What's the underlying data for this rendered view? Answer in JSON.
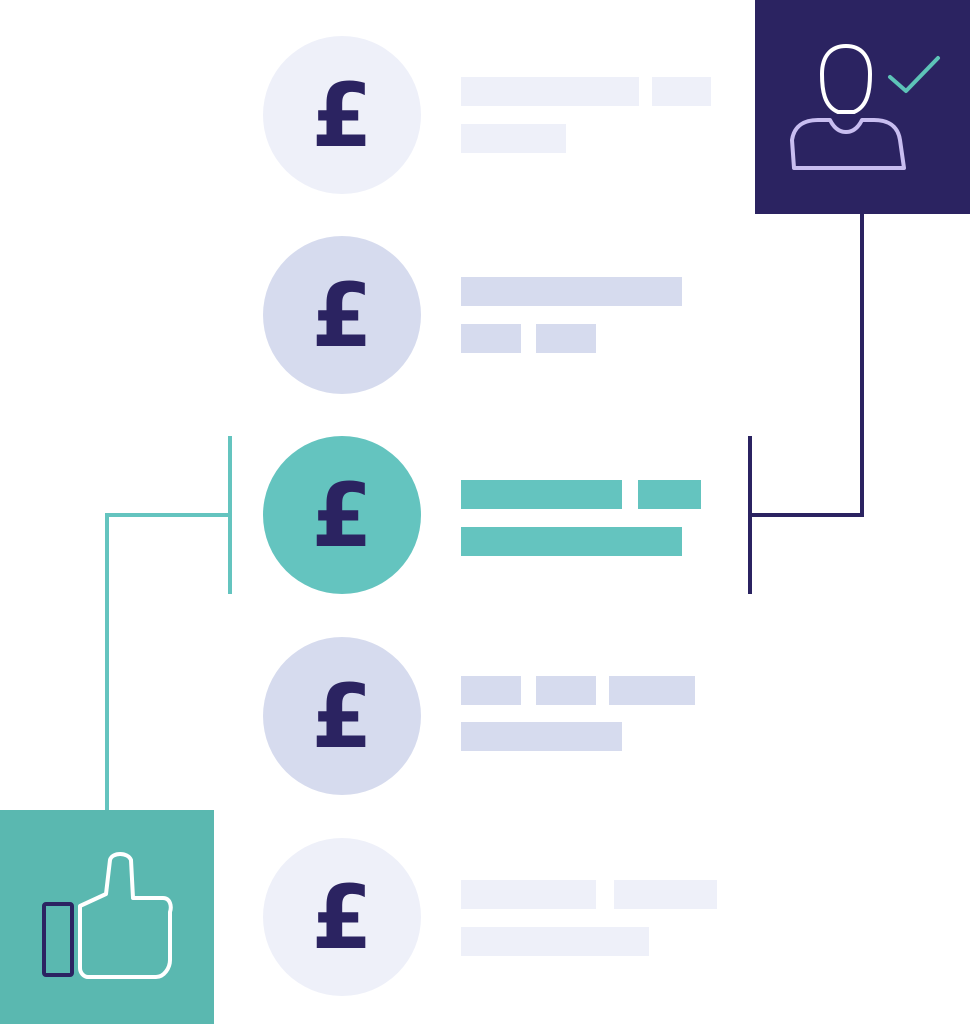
{
  "currency_symbol": "£",
  "colors": {
    "navy": "#2b2361",
    "teal": "#64c4bf",
    "teal_box": "#5ab8b0",
    "lavender": "#c8bdf0",
    "check": "#5dc3b8",
    "row_light_circle": "#eef0f9",
    "row_light_bar": "#eef0f9",
    "row_mid_circle": "#d6dbee",
    "row_mid_bar": "#d6dbee",
    "row_active": "#64c4bf",
    "white": "#ffffff"
  },
  "icons": {
    "top_right": "verified-user-icon",
    "bottom_left": "thumbs-up-icon"
  },
  "rows": [
    {
      "state": "light"
    },
    {
      "state": "mid"
    },
    {
      "state": "active"
    },
    {
      "state": "mid"
    },
    {
      "state": "light"
    }
  ]
}
